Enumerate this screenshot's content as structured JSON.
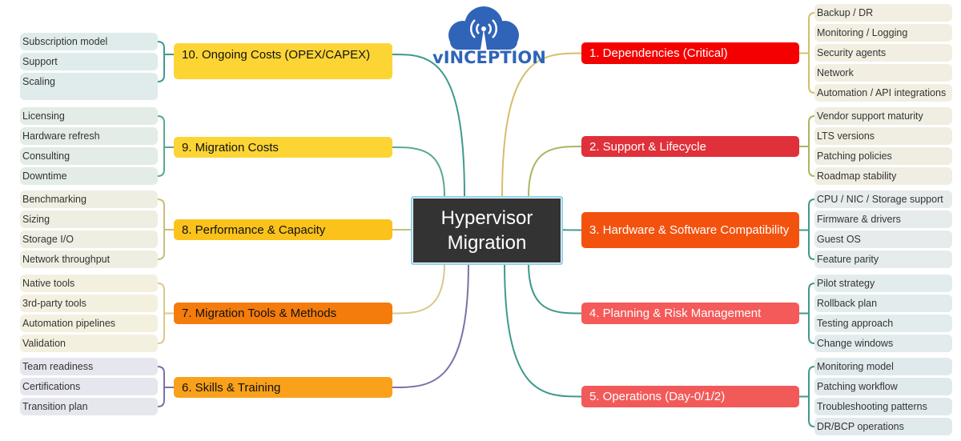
{
  "center": {
    "line1": "Hypervisor",
    "line2": "Migration"
  },
  "logo": {
    "text": "vINCEPTION",
    "color": "#2f64b8"
  },
  "left_topics": [
    {
      "label": "10. Ongoing Costs (OPEX/CAPEX)",
      "color": "#fcd535",
      "line": "#3f9a8c",
      "leaf_bg": "#dfeceb",
      "leaves": [
        "Subscription model",
        "Support",
        "Scaling"
      ]
    },
    {
      "label": "9. Migration Costs",
      "color": "#fcd535",
      "line": "#5aa893",
      "leaf_bg": "#e3ece6",
      "leaves": [
        "Licensing",
        "Hardware refresh",
        "Consulting",
        "Downtime"
      ]
    },
    {
      "label": "8. Performance & Capacity",
      "color": "#fbc21c",
      "line": "#c9be77",
      "leaf_bg": "#efeee2",
      "leaves": [
        "Benchmarking",
        "Sizing",
        "Storage I/O",
        "Network throughput"
      ]
    },
    {
      "label": "7. Migration Tools & Methods",
      "color": "#f47c0c",
      "line": "#d9c98a",
      "leaf_bg": "#f4f0e0",
      "leaves": [
        "Native tools",
        "3rd-party tools",
        "Automation pipelines",
        "Validation"
      ]
    },
    {
      "label": "6. Skills & Training",
      "color": "#f9a11b",
      "line": "#7a72a6",
      "leaf_bg": "#e6e6ef",
      "leaves": [
        "Team readiness",
        "Certifications",
        "Transition plan"
      ]
    }
  ],
  "right_topics": [
    {
      "label": "1.  Dependencies (Critical)",
      "color": "#f50000",
      "line": "#d4bf6a",
      "leaf_bg": "#f2efe2",
      "leaves": [
        "Backup / DR",
        "Monitoring / Logging",
        "Security agents",
        "Network",
        "Automation / API integrations"
      ]
    },
    {
      "label": "2. Support & Lifecycle",
      "color": "#e0303a",
      "line": "#a8b860",
      "leaf_bg": "#f0eee2",
      "leaves": [
        "Vendor support maturity",
        "LTS versions",
        "Patching policies",
        "Roadmap stability"
      ]
    },
    {
      "label": "3. Hardware & Software Compatibility",
      "color": "#f3520e",
      "line": "#3f9a8c",
      "leaf_bg": "#e6ecec",
      "leaves": [
        "CPU / NIC / Storage support",
        "Firmware & drivers",
        "Guest OS",
        "Feature parity"
      ]
    },
    {
      "label": "4. Planning & Risk Management",
      "color": "#f55a5a",
      "line": "#3f9a8c",
      "leaf_bg": "#e2ecec",
      "leaves": [
        "Pilot strategy",
        "Rollback plan",
        "Testing approach",
        "Change windows"
      ]
    },
    {
      "label": "5. Operations (Day-0/1/2)",
      "color": "#f25a5a",
      "line": "#3f9a8c",
      "leaf_bg": "#e0eaec",
      "leaves": [
        "Monitoring model",
        "Patching workflow",
        "Troubleshooting patterns",
        "DR/BCP operations"
      ]
    }
  ]
}
